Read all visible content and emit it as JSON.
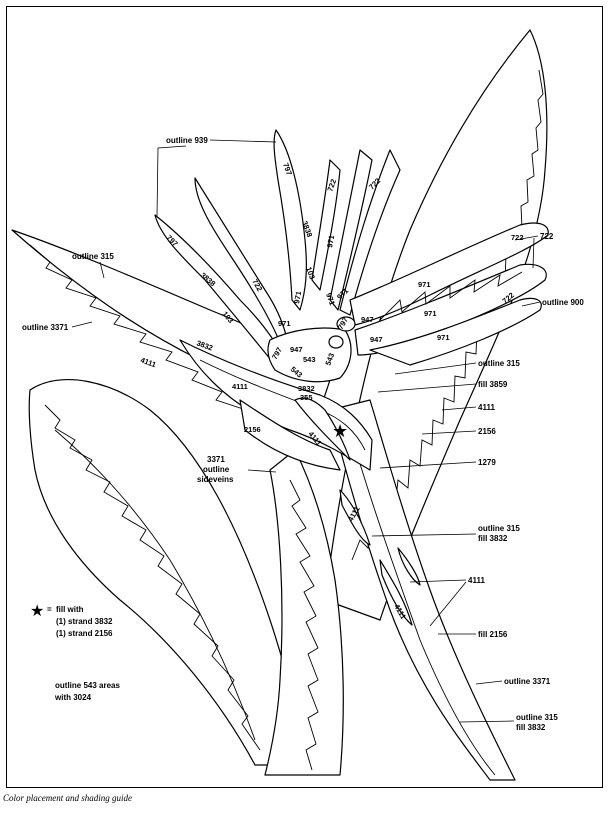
{
  "caption": "Color placement and shading guide",
  "callouts": {
    "outline_939": "outline 939",
    "outline_315_left": "outline 315",
    "outline_3371_left": "outline 3371",
    "label_722_right": "722",
    "outline_900": "outline 900",
    "outline_315_right": "outline 315",
    "fill_3859": "fill 3859",
    "c_4111_a": "4111",
    "c_2156": "2156",
    "c_1279": "1279",
    "veins_line1": "3371",
    "veins_line2": "outline",
    "veins_line3": "sideveins",
    "outline_315_fill_3832_line1": "outline 315",
    "outline_315_fill_3832_line2": "fill 3832",
    "c_4111_b": "4111",
    "fill_2156": "fill 2156",
    "outline_3371_bottom": "outline 3371",
    "outline_315_fill_3832_bottom_line1": "outline 315",
    "outline_315_fill_3832_bottom_line2": "fill 3832"
  },
  "legend": {
    "star_symbol": "★",
    "eq": "=",
    "line1": "fill with",
    "line2": "(1) strand 3832",
    "line3": "(1) strand 2156"
  },
  "note": {
    "line1": "outline 543 areas",
    "line2": "with 3024"
  },
  "region_numbers": {
    "r797_top": "797",
    "r722_a": "722",
    "r722_b": "722",
    "r3838_a": "3838",
    "r971_a": "971",
    "r797_left": "797",
    "r3838_b": "3838",
    "r103_a": "103",
    "r722_c": "722",
    "r103_b": "103",
    "r971_b": "971",
    "r971_c": "971",
    "r971_d": "971",
    "r971_e": "971",
    "r971_f": "971",
    "r971_g": "971",
    "r947_a": "947",
    "r947_b": "947",
    "r947_c": "947",
    "r797_mid": "797",
    "r543_a": "543",
    "r543_b": "543",
    "r543_c": "543",
    "r797_small": "797",
    "r3832_a": "3832",
    "r3832_b": "3832",
    "r4111_a": "4111",
    "r4111_b": "4111",
    "r4111_c": "4111",
    "r4111_d": "4111",
    "r4111_e": "4111",
    "r355": "355",
    "r2156": "2156",
    "r722_d": "722",
    "r722_e": "722"
  }
}
